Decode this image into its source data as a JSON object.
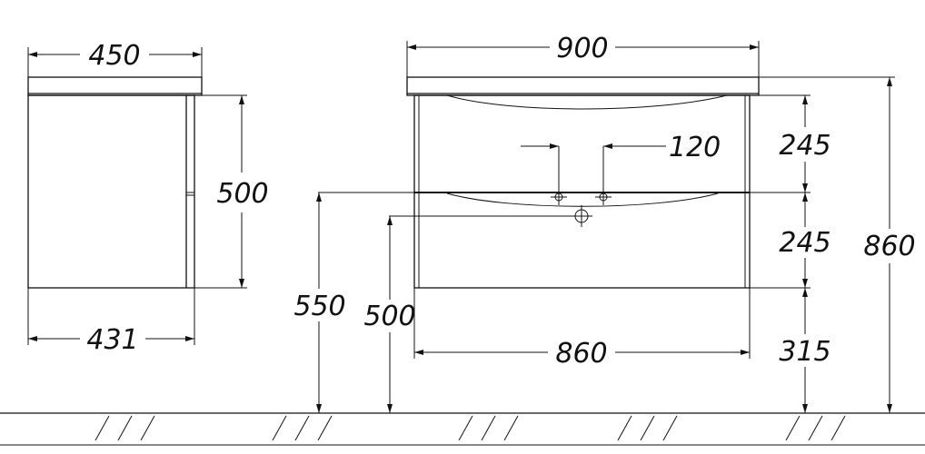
{
  "dimensions": {
    "side_depth_top": "450",
    "side_height": "500",
    "side_depth_bottom": "431",
    "front_width_top": "900",
    "tap_spacing": "120",
    "upper_drawer_height": "245",
    "lower_drawer_height": "245",
    "total_height": "860",
    "drain_height_550": "550",
    "drain_height_500": "500",
    "front_width_bottom": "860",
    "floor_clearance": "315"
  },
  "colors": {
    "line": "#111111",
    "background": "#ffffff"
  }
}
